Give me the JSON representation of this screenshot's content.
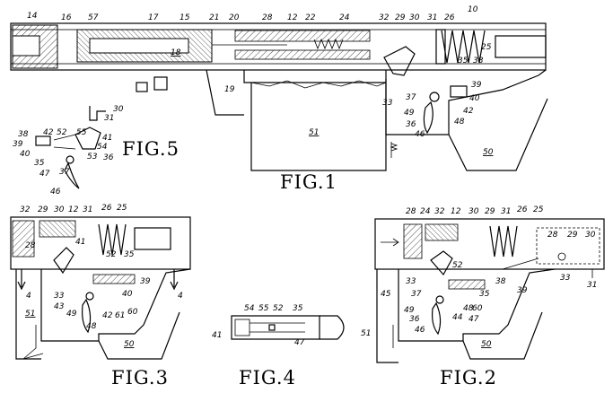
{
  "figures": {
    "fig1": {
      "title": "FIG.1"
    },
    "fig2": {
      "title": "FIG.2"
    },
    "fig3": {
      "title": "FIG.3"
    },
    "fig4": {
      "title": "FIG.4"
    },
    "fig5": {
      "title": "FIG.5"
    }
  },
  "refs": {
    "fig1": [
      "14",
      "16",
      "57",
      "17",
      "15",
      "21",
      "20",
      "28",
      "12",
      "22",
      "24",
      "32",
      "29",
      "30",
      "31",
      "26",
      "10",
      "25",
      "18",
      "35",
      "38",
      "39",
      "40",
      "19",
      "37",
      "33",
      "42",
      "48",
      "49",
      "36",
      "46",
      "51",
      "50"
    ],
    "fig5": [
      "30",
      "31",
      "38",
      "42",
      "52",
      "55",
      "41",
      "39",
      "54",
      "40",
      "53",
      "36",
      "35",
      "47",
      "37",
      "46"
    ],
    "fig3": [
      "32",
      "29",
      "30",
      "12",
      "31",
      "26",
      "25",
      "28",
      "41",
      "52",
      "35",
      "39",
      "4",
      "4",
      "40",
      "33",
      "43",
      "60",
      "49",
      "42",
      "61",
      "48",
      "51",
      "50"
    ],
    "fig4": [
      "54",
      "55",
      "52",
      "35",
      "41",
      "47"
    ],
    "fig2": [
      "28",
      "24",
      "32",
      "12",
      "30",
      "29",
      "31",
      "26",
      "25",
      "28",
      "29",
      "30",
      "52",
      "39",
      "33",
      "45",
      "37",
      "35",
      "38",
      "49",
      "36",
      "48",
      "44",
      "60",
      "47",
      "46",
      "51",
      "33",
      "31",
      "50"
    ]
  },
  "section_markers": {
    "left": "4",
    "right": "4"
  }
}
